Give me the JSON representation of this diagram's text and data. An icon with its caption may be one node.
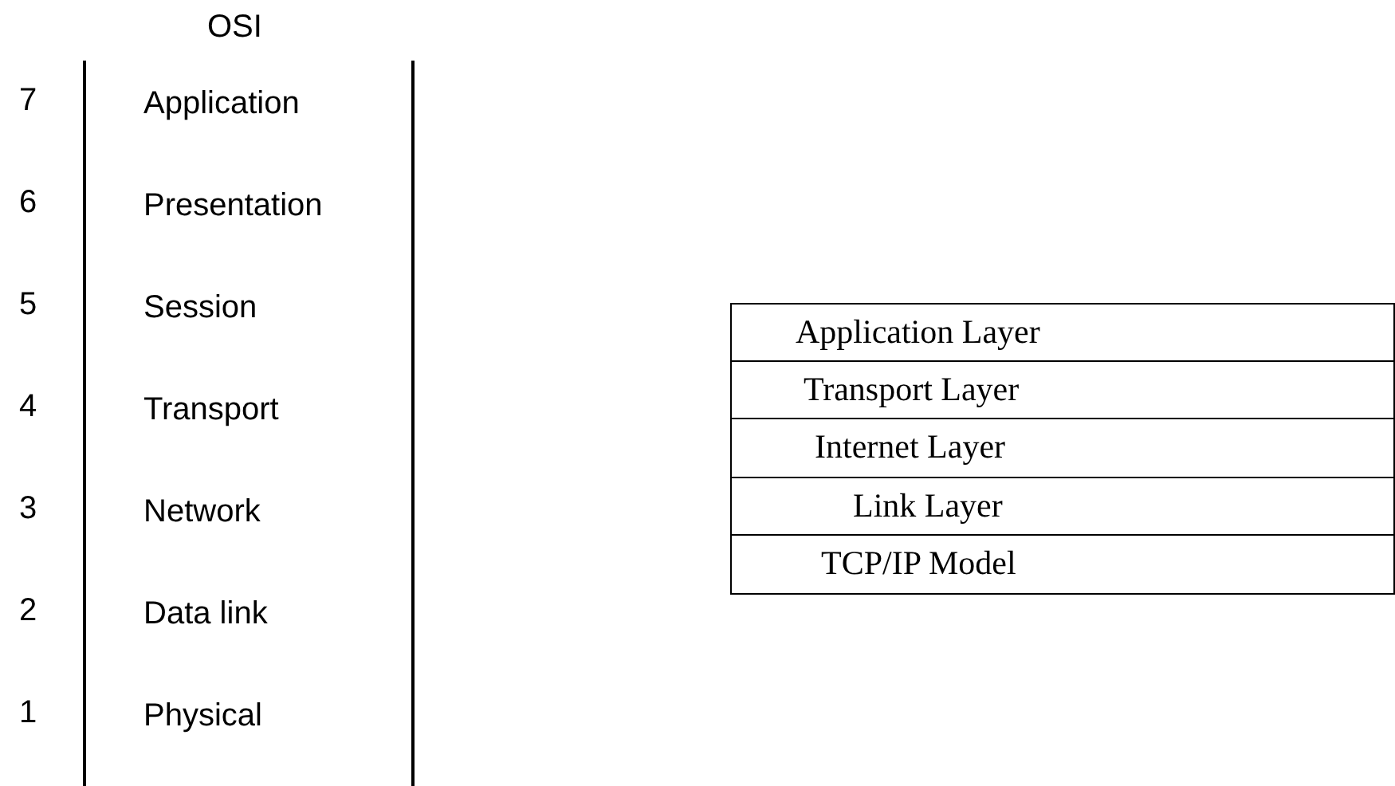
{
  "diagram": {
    "title": "OSI",
    "nodes": [
      {
        "text": [
          "Application"
        ]
      },
      {
        "text": [
          "Presentation"
        ]
      },
      {
        "text": [
          "Session"
        ]
      },
      {
        "text": [
          "Transport"
        ]
      },
      {
        "text": [
          "Network"
        ]
      },
      {
        "text": [
          "Data link"
        ]
      },
      {
        "text": [
          "Physical"
        ]
      },
      {
        "text": [
          "Application Layer"
        ]
      },
      {
        "text": [
          "Transport Layer"
        ]
      },
      {
        "text": [
          "Internet Layer"
        ]
      },
      {
        "text": [
          "Link Layer"
        ]
      },
      {
        "text": [
          "TCP/IP Model"
        ]
      }
    ],
    "labels": [
      "7",
      "6",
      "5",
      "4",
      "3",
      "2",
      "1"
    ]
  }
}
